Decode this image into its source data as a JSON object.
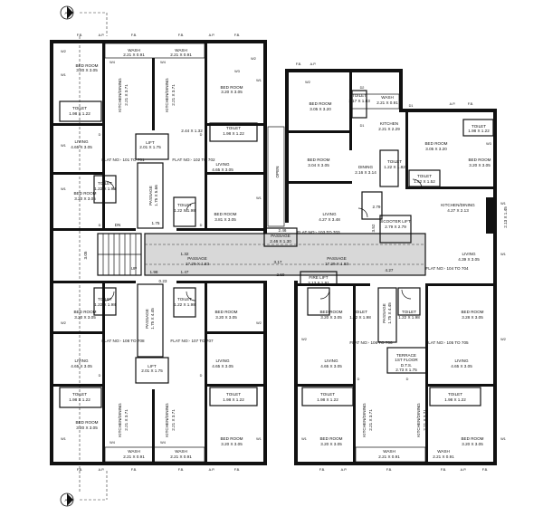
{
  "section_marker": "A",
  "rooms": {
    "bedroom": "BED ROOM",
    "living": "LIVING",
    "toilet": "TOILET",
    "wash": "WASH",
    "kitchen_dining": "KITCHEN/DINING",
    "kitchen": "KITCHEN",
    "dining": "DINING",
    "passage": "PASSAGE",
    "lift": "LIFT",
    "fire_lift": "FIRE LIFT",
    "scooter_lift": "SCOOTER LIFT",
    "open": "OPEN",
    "terrace": "TERRACE",
    "terrace2": "1ST FLOOR",
    "dts": "D.T.S."
  },
  "dims": {
    "bed_a": "3.20 X 3.05",
    "bed_b": "3.05 X 3.20",
    "bed_c": "3.04 X 3.05",
    "bed_d": "3.81 X 3.05",
    "bed_e": "3.28 X 3.05",
    "liv_a": "4.65 X 3.05",
    "liv_b": "4.27 X 3.48",
    "liv_c": "4.39 X 3.05",
    "toi_a": "1.98 X 1.22",
    "toi_b": "1.22 X 1.98",
    "wash_a": "2.21 X 0.91",
    "kd_a": "2.21 X 3.71",
    "kd_b": "4.27 X 2.13",
    "kit_a": "2.21 X 2.29",
    "din_a": "2.16 X 3.14",
    "lift_a": "2.01 X 1.75",
    "pass_a": "17.29 X 1.83",
    "pass_b": "2.46 X 1.30",
    "pass_c": "1.75 X 5.66",
    "firelift": "2.13 X 1.91",
    "scooter": "2.79 X 2.79",
    "pass_e": "1.75 X 4.45",
    "pass_f": "1.75 X 4.45",
    "ter": "2.73 X 1.75",
    "misc_1": "2.44 X 1.32",
    "misc_2": "1.62 X 1.52",
    "misc_3": "1.17 X 1.83",
    "misc_4": "1.22 X 1.82",
    "misc_5": "2.13 X 1.45"
  },
  "flats": {
    "f101": "FLAT NO:- 101 TO 701",
    "f102": "FLAT NO:- 102 TO 702",
    "f103": "FLAT NO:- 103 TO 703",
    "f104": "FLAT NO:- 104 TO 704",
    "f105": "FLAT NO:- 105 TO 705",
    "f106": "FLAT NO:- 106 TO 706",
    "f107": "FLAT NO:- 107 TO 707",
    "f108": "FLAT NO:- 108 TO 708"
  },
  "measures": {
    "m1": "3.17",
    "m2": "2.59",
    "m3": "4.27",
    "m4": "1.98",
    "m5": "1.47",
    "m6": "1.32",
    "m7": "2.46",
    "m8": "0.23",
    "m9": "1.75",
    "m10": "3.05",
    "m11": "2.79",
    "m12": "3.52",
    "m13": "1.05",
    "m14": "2.13"
  },
  "tags": {
    "fb": "F.B.",
    "ap": "A.P.",
    "up": "UP",
    "dn": "DN",
    "w1": "W1",
    "w2": "W2",
    "w3": "W3",
    "w4": "W4",
    "d": "D",
    "d1": "D1",
    "d2": "D2"
  }
}
